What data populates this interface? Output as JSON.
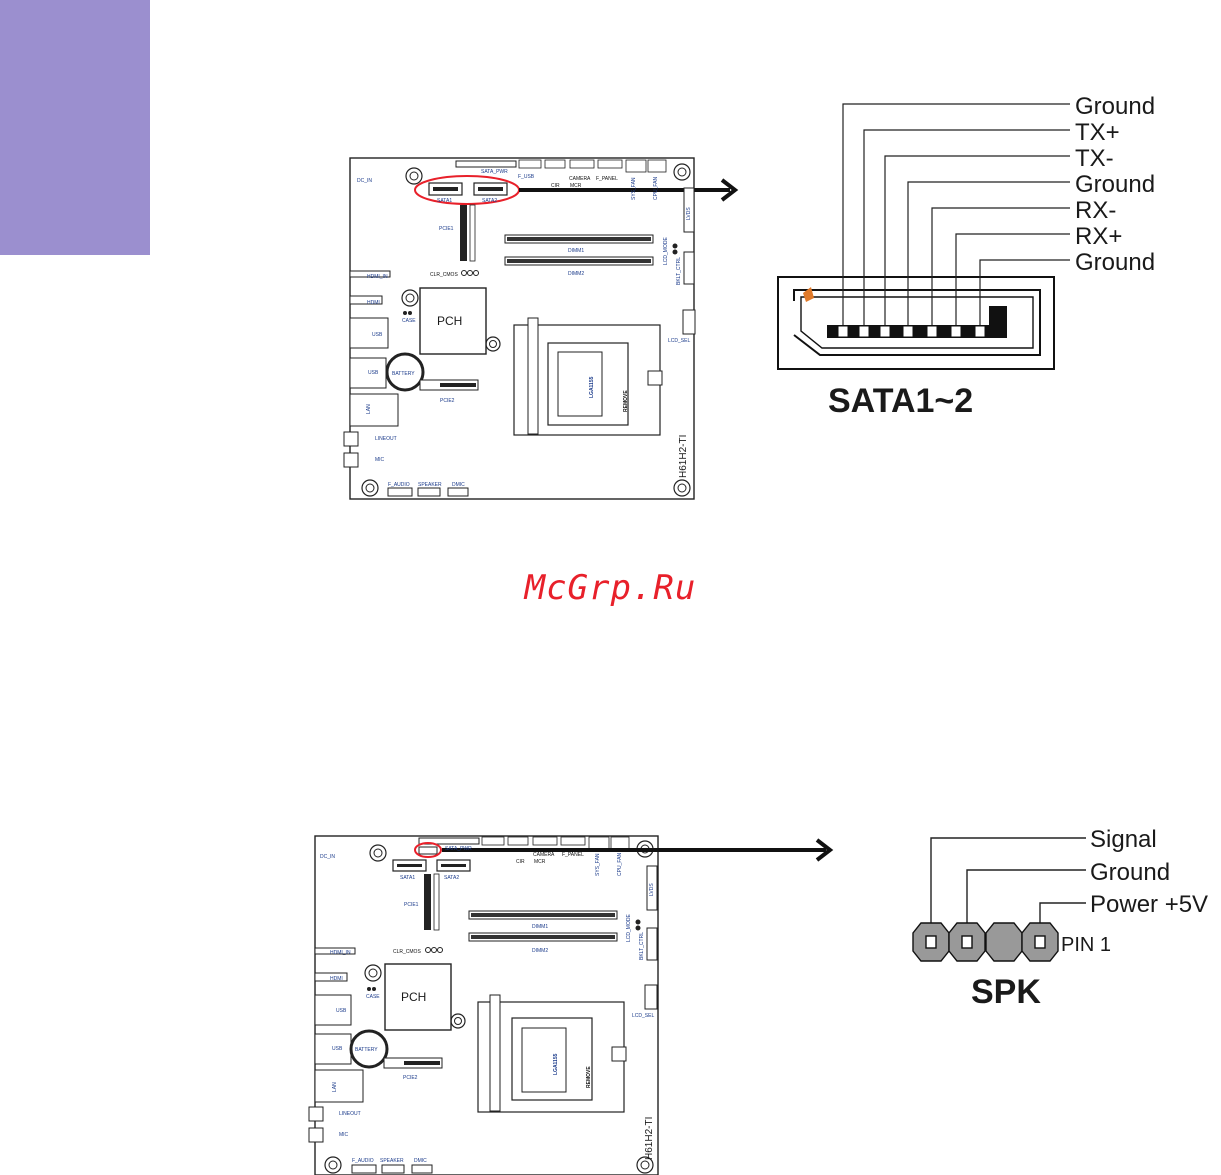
{
  "watermark": "McGrp.Ru",
  "sata_section": {
    "title": "SATA1~2",
    "pins": [
      "Ground",
      "TX+",
      "TX-",
      "Ground",
      "RX-",
      "RX+",
      "Ground"
    ]
  },
  "spk_section": {
    "title": "SPK",
    "pins": [
      "Signal",
      "Ground",
      "Power +5V"
    ],
    "pin1_label": "PIN 1"
  },
  "board_labels": {
    "model": "H61H2-TI",
    "pch": "PCH",
    "cpu_socket": "LGA1155",
    "remove": "REMOVE",
    "dc_in": "DC_IN",
    "hdmi_in": "HDMI_IN",
    "hdmi": "HDMI",
    "usb": "USB",
    "usb2": "USB",
    "lan": "LAN",
    "lineout": "LINEOUT",
    "mic": "MIC",
    "battery": "BATTERY",
    "case": "CASE",
    "clr_cmos": "CLR_CMOS",
    "pcie1": "PCIE1",
    "pcie2": "PCIE2",
    "dimm1": "DIMM1",
    "dimm2": "DIMM2",
    "sata1": "SATA1",
    "sata2": "SATA2",
    "sata_pwr": "SATA_PWR",
    "f_usb": "F_USB",
    "camera": "CAMERA",
    "f_panel": "F_PANEL",
    "cir": "CIR",
    "mcr": "MCR",
    "sys_fan": "SYS_FAN",
    "cpu_fan": "CPU_FAN",
    "lvds": "LVDS",
    "lcd_mode": "LCD_MODE",
    "bklt_ctrl": "BKLT_CTRL",
    "lcd_sel": "LCD_SEL",
    "f_audio": "F_AUDIO",
    "speaker": "SPEAKER",
    "dmic": "DMIC"
  },
  "colors": {
    "side_tab": "#9b8fcf",
    "highlight_circle": "#e8202a",
    "watermark": "#e8202a",
    "pin1_marker": "#e07a2a",
    "spk_pin": "#999999"
  }
}
